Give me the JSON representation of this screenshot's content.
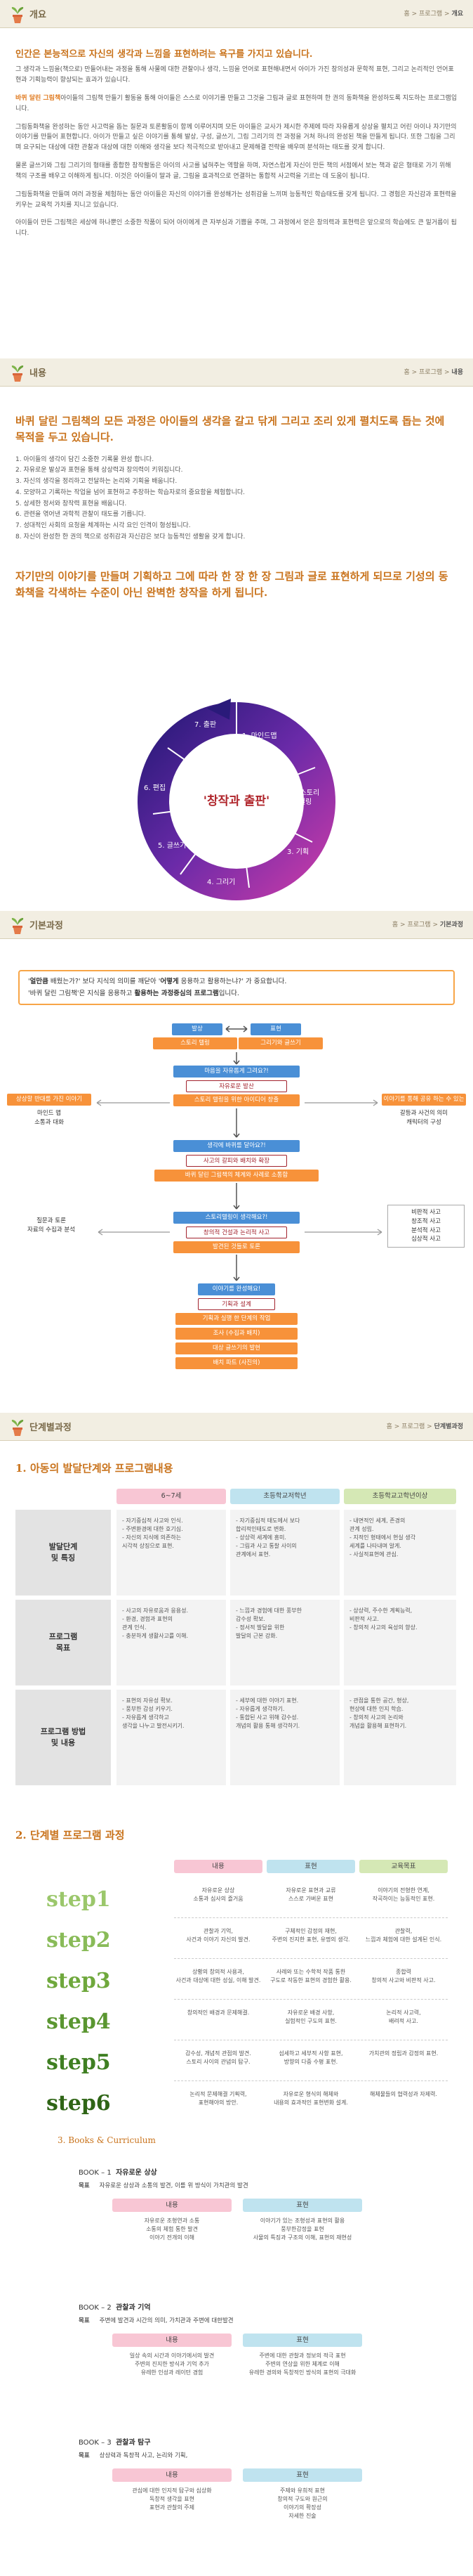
{
  "breadcrumb": {
    "home": "홈",
    "sep": ">",
    "program": "프로그램"
  },
  "overview": {
    "title": "개요",
    "crumb_current": "개요",
    "headline": "인간은 본능적으로 자신의 생각과 느낌을 표현하려는 욕구를 가지고 있습니다.",
    "paragraphs": [
      "그 생각과 느낌을(책으로) 만들어내는 과정을 통해 사물에 대한 관찰이나 생각, 느낌을 언어로 표현해내면서 아이가 가진 창의성과 문학적 표현, 그리고 논리적인 언어표현과 기획능력이 향상되는 효과가 있습니다.",
      "아이들의 그림책 만들기 활동을 통해 아이들은 스스로 이야기를 만들고 그것을 그림과 글로 표현하며 한 권의 동화책을 완성하도록 지도하는 프로그램입니다.",
      "그림동화책을 완성하는 동안 사고력을 돕는 질문과 토론활동이 함께 이루어지며 모든 아이들은 교사가 제시한 주제에 따라 자유롭게 상상을 펼치고 어린 아이나 자기만의 이야기를 만들어 표현합니다. 아이가 만들고 싶은 이야기를 통해 발상, 구성, 글쓰기, 그림 그리기의 전 과정을 거쳐 하나의 완성된 책을 만들게 됩니다. 또한 그림을 그리며 요구되는 대상에 대한 관찰과 대상에 대한 이해와 생각을 보다 적극적으로 받아내고 문제해결 전략을 배우며 분석하는 태도를 갖게 합니다.",
      "물론 글쓰기와 그림 그리기의 형태를 종합한 창작활동은 아이의 사고를 넓혀주는 역할을 하며, 자연스럽게 자신이 만든 책의 서점에서 보는 책과 같은 형태로 가기 위해 책의 구조를 배우고 이해하게 됩니다. 이것은 아이들이 말과 글, 그림을 효과적으로 연결하는 통합적 사고력을 기르는 데 도움이 됩니다.",
      "그림동화책을 만들며 여러 과정을 체험하는 동안 아이들은 자신의 이야기를 완성해가는 성취감을 느끼며 능동적인 학습태도를 갖게 됩니다. 그 경험은 자신감과 표현력을 키우는 교육적 가치를 지니고 있습니다.",
      "아이들이 만든 그림책은 세상에 하나뿐인 소중한 작품이 되어 아이에게 큰 자부심과 기쁨을 주며, 그 과정에서 얻은 창의력과 표현력은 앞으로의 학습에도 큰 밑거름이 됩니다."
    ],
    "highlight": "바퀴 달린 그림책"
  },
  "content": {
    "title": "내용",
    "crumb_current": "내용",
    "headline": "바퀴 달린 그림책의 모든 과정은 아이들의 생각을 갈고 닦게 그리고 조리 있게 펼치도록 돕는 것에 목적을 두고 있습니다.",
    "list": [
      "1. 아이들의 생각이 담긴 소중한 기록물 완성 합니다.",
      "2. 자유로운 발상과 표현을 통해 상상력과 창의력이 키워집니다.",
      "3. 자신의 생각을 정리하고 전달하는 논리와 기획을 배웁니다.",
      "4. 모양하고 기록하는 작업을 넘어 표현하고 주장하는 학습자로의 중요함을 체험합니다.",
      "5. 상세한 정서와 창작력 표현을 배웁니다.",
      "6. 관련을 엮어낸 과학적 관찰이 태도를 기릅니다.",
      "7. 성대적인 사회의 요청을 체계하는 시각 요인 인격이 형성됩니다.",
      "8. 자신이 완성한 한 권의 책으로 성취감과 자신감은 보다 능동적인 생활을 갖게 합니다."
    ],
    "headline2": "자기만의 이야기를 만들며 기획하고 그에 따라 한 장 한 장 그림과 글로 표현하게 되므로 기성의 동화책을 각색하는 수준이 아닌 완벽한 창작을 하게 됩니다.",
    "cycle_center": "'창작과 출판'",
    "cycle_steps": [
      "1. 마인드맵",
      "2. 스토리 텔링",
      "3. 기획",
      "4. 그리기",
      "5. 글쓰기",
      "6. 편집",
      "7. 출판"
    ]
  },
  "basic": {
    "title": "기본과정",
    "crumb_current": "기본과정",
    "intro_line1_a": "'",
    "intro_key1": "얼만큼",
    "intro_line1_b": " 배웠는가?' 보다 지식의 의미를 깨닫아 '",
    "intro_key2": "어떻게",
    "intro_line1_c": " 응용하고 활용하는냐?' 가 중요합니다.",
    "intro_line2_a": "'바퀴 달린 그림책'은 지식을 응용하고 ",
    "intro_key3": "활용하는 과정중심의 프로그램",
    "intro_line2_b": "입니다.",
    "flow": {
      "top_left_label": "발상",
      "top_right_label": "표현",
      "top_left_sub": "스토리 텔링",
      "top_right_sub": "그리기와 글쓰기",
      "q1": "마음을 자유롭게 그려요?!",
      "q1_sub1": "자유로운 발산",
      "q1_sub2": "스토리 텔링을 위한 아이디어 창출",
      "left_head": "상상할 반대를 가진 이야기",
      "left_sub": "마인드 맵\n소통과 대화",
      "right_head": "이야기를 통해 공유 하는 수 있는 미",
      "right_sub": "갈등과 사건의 의미\n캐릭터의 구성",
      "q2": "생각에 바퀴를 달아요?!",
      "q2_sub1": "사고의 갈피와 배치와 확장",
      "q2_sub2": "바퀴 달린 그림책의 체계와 사례로 소통함",
      "q3": "스토리텔링이 생각해요?!",
      "q3_sub1": "창의적 건설과 논리적 사고",
      "q3_sub2": "발견된 것들로 토론",
      "left2": "질문과 토론\n자료의 수집과 분석",
      "right2": "비판적 사고\n창조적 사고\n분석적 사고\n심상적 사고",
      "q4": "이야기를 완성해요!",
      "q4_sub1": "기획과 설계",
      "q4_sub2": "기획과 실행 한 단계의 작업",
      "q4_sub3": "조사 (수집과 배치)",
      "q4_sub4": "대상 글쓰기의 발현",
      "q4_sub5": "배치 파트 (사진의)"
    }
  },
  "stage": {
    "title": "단계별과정",
    "crumb_current": "단계별과정",
    "sub1": "1. 아동의 발달단계와 프로그램내용",
    "age_cols": [
      "6~7세",
      "초등학교저학년",
      "초등학교고학년이상"
    ],
    "row_heads": [
      "발달단계\n및 특징",
      "프로그램\n목표",
      "프로그램 방법\n및 내용"
    ],
    "rows": [
      [
        "- 자기중심적 사고와 인식.\n- 주변환경에 대한 호기심.\n- 자신의 지식에 의존하는\n  시각적 상징으로 표현.",
        "- 자기중심적 태도에서 보다\n  합리적인태도로 변화.\n- 상상력 세계에 흥미.\n- 그림과 사고 통찰 사이의\n  관계에서 표현.",
        "- 내면적인 세계, 존경의\n  관계 성립.\n- 지적인 형태에서 현실 생각\n  세계를 나타내며 알게.\n- 사실적표현에 관심."
      ],
      [
        "- 사고의 자유로움과 응용성.\n- 환경, 경험과 표현의\n  관계 인식.\n- 충분하게 생활사고를 이해.",
        "- 느낌과 경험에 대한 풍부한\n  감수성 확보.\n- 정서적 발달을 위한\n  발달의 근본 강화.",
        "- 상상력, 주수한 계획능력,\n  비판적 사고.\n- 창의적 사고의 육성의 향상."
      ],
      [
        "- 표현의 자유성 확보.\n- 풍부한 감성 키우기.\n- 자유롭게 생각하고\n  생각을 나누고 발전시키기.",
        "- 세부에 대한 이야기 표현.\n- 자유롭게 생각하기.\n- 통합된 사고 위해 감수성.\n  개념의 활용 통해 생각하기.",
        "- 관점을 통한 공간, 형상,\n  현상에 대한 인지 학습.\n- 창의적 사고의 논리와\n  개념을 활용해 표현하기."
      ]
    ],
    "sub2": "2. 단계별 프로그램 과정",
    "step_cols": [
      "내용",
      "표현",
      "교육목표"
    ],
    "steps": [
      {
        "label": "step1",
        "color": "#9bc76b",
        "c": [
          "자유로운 상상\n소통과 심사의 즐거움",
          "자유로운 표현과 교류\n스스로 가벼운 표현",
          "이야기의 전형한 연계,\n작곡하이는 능동적인 표현."
        ]
      },
      {
        "label": "step2",
        "color": "#89bb58",
        "c": [
          "관찰과 기억,\n사건과 이야기 자신의 발견.",
          "구체적인 감정의 재현,\n주변의 진지한 표현, 유명의 생각.",
          "관찰력,\n느낌과 체험에 대한 설계된 인식."
        ]
      },
      {
        "label": "step3",
        "color": "#6fa83c",
        "c": [
          "상황의 창의적 사용과,\n사건과 대상에 대한 성실, 이해 발견.",
          "사례와 또는 수학적 작품 통한\n구도로 작동한 표현의 경험한 활용.",
          "종합력\n창의적 사고와 비판적 사고."
        ]
      },
      {
        "label": "step4",
        "color": "#5a9630",
        "c": [
          "창의적인 배경과 문제해결.",
          "자유로운 배경 사항,\n실험적인 구도의 표현.",
          "논리적 사고력,\n배려적 사고."
        ]
      },
      {
        "label": "step5",
        "color": "#3f7f22",
        "c": [
          "감수성, 개념적 관점의 발견.\n스토리 사이의 관념의 탐구.",
          "섬세하고 세부적 사항 표현,\n방향의 다중 수평 표현.",
          "가치관의 정립과 감정의 표현."
        ]
      },
      {
        "label": "step6",
        "color": "#2f6516",
        "c": [
          "논리적 문제해결 기획력,\n표현해야의 방안.",
          "자유로운 형식의 해체와\n내용의 효과적인 표현변화 설계.",
          "해체물들의 협력성과 자제력."
        ]
      }
    ],
    "sub3": "3. Books & Curriculum",
    "books": [
      {
        "t_prefix": "BOOK – 1",
        "t_name": "자유로운 상상",
        "goal_label": "목표",
        "goal": "자유로운 상상과 소통의 발견, 이를 위 방식이 가치관의 발견",
        "c1_head": "내용",
        "c2_head": "표현",
        "c1": "자유로운 조형연과 소통\n소통의 체험 통한 발견\n이야기 전개의 이해",
        "c2": "이야기가 있는 조형성과 표현의 활용\n풍부한감정을 표현\n사물의 특징과 구조의 이해, 표현의 재현성"
      },
      {
        "t_prefix": "BOOK – 2",
        "t_name": "관찰과 기억",
        "goal_label": "목표",
        "goal": "주변에 발견과 시간의 의미, 가치관과 주변에 대한발견",
        "c1_head": "내용",
        "c2_head": "표현",
        "c1": "일상 속의 시간과 이야기에서의 발견\n주변의 진지한 방식과 기억 추가\n유레한 인성과 레이턴 경험",
        "c2": "주변에 대한 관찰과 정보의 적극 표현\n주변의 연상을 위한 체계로 이해\n유레한 경의와 독창적인 방식의 표현의 극대화"
      },
      {
        "t_prefix": "BOOK – 3",
        "t_name": "관찰과 탐구",
        "goal_label": "목표",
        "goal": "상상력과 독창적 사고, 논리와 기획,",
        "c1_head": "내용",
        "c2_head": "표현",
        "c1": "관심에 대한 인지적 탐구와 심상화\n독창적 생각을 표현\n표현과 관찰의 주제",
        "c2": "주제와 유희적 표현\n창의적 구도와 원근의\n이야기의 확장성\n자세한 진술"
      }
    ]
  }
}
